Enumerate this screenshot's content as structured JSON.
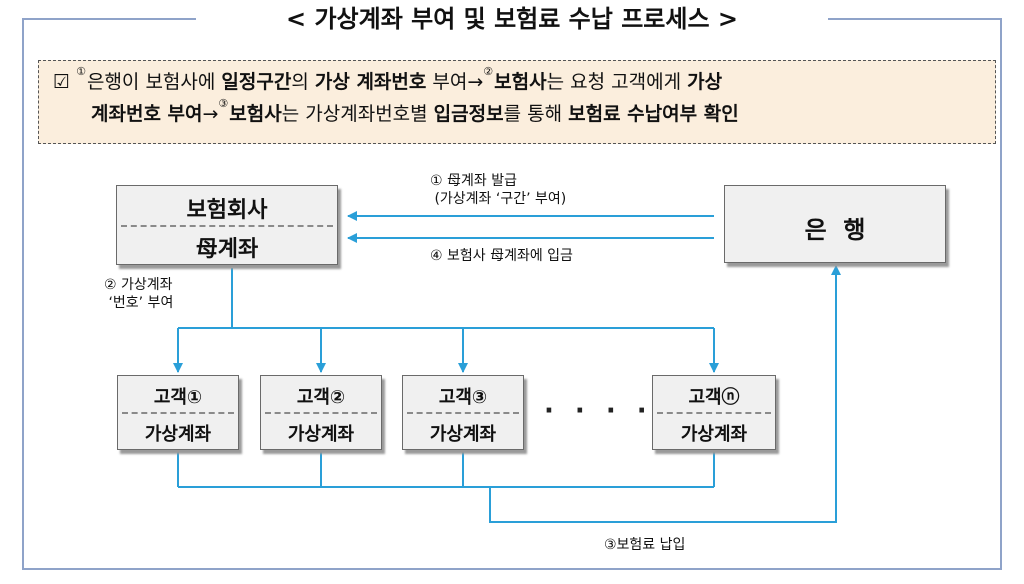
{
  "title": "< 가상계좌 부여 및 보험료 수납 프로세스 >",
  "summary": {
    "checkbox_icon": "☑",
    "line1": [
      {
        "t": "①",
        "sup": true
      },
      {
        "t": "은행이 보험사에 "
      },
      {
        "t": "일정구간",
        "b": true
      },
      {
        "t": "의 "
      },
      {
        "t": "가상 계좌번호",
        "b": true
      },
      {
        "t": " 부여→"
      },
      {
        "t": "②",
        "sup": true
      },
      {
        "t": "보험사",
        "b": true
      },
      {
        "t": "는 요청 고객에게 "
      },
      {
        "t": "가상",
        "b": true
      }
    ],
    "line2": [
      {
        "t": "계좌번호 부여",
        "b": true
      },
      {
        "t": "→"
      },
      {
        "t": "③",
        "sup": true
      },
      {
        "t": "보험사",
        "b": true
      },
      {
        "t": "는 가상계좌번호별 "
      },
      {
        "t": "입금정보",
        "b": true
      },
      {
        "t": "를 통해 "
      },
      {
        "t": "보험료 수납여부 확인",
        "b": true
      }
    ]
  },
  "insurer_box": {
    "top": "보험회사",
    "bottom": "母계좌"
  },
  "bank_box": {
    "label": "은  행"
  },
  "arrow_labels": {
    "step1": "① 母계좌 발급\n (가상계좌 ‘구간’ 부여)",
    "step4": "④ 보험사 母계좌에 입금",
    "step2": "② 가상계좌\n ‘번호’ 부여",
    "step3": "③보험료 납입"
  },
  "customers": [
    {
      "name": "고객①",
      "sub": "가상계좌"
    },
    {
      "name": "고객②",
      "sub": "가상계좌"
    },
    {
      "name": "고객③",
      "sub": "가상계좌"
    },
    {
      "name": "고객ⓝ",
      "sub": "가상계좌"
    }
  ],
  "ellipsis": "· · · · ·",
  "colors": {
    "arrow": "#2a9fd8",
    "frame": "#8fa3c9",
    "summary_bg": "#fbeedd",
    "box_bg": "#f0f0f0"
  }
}
